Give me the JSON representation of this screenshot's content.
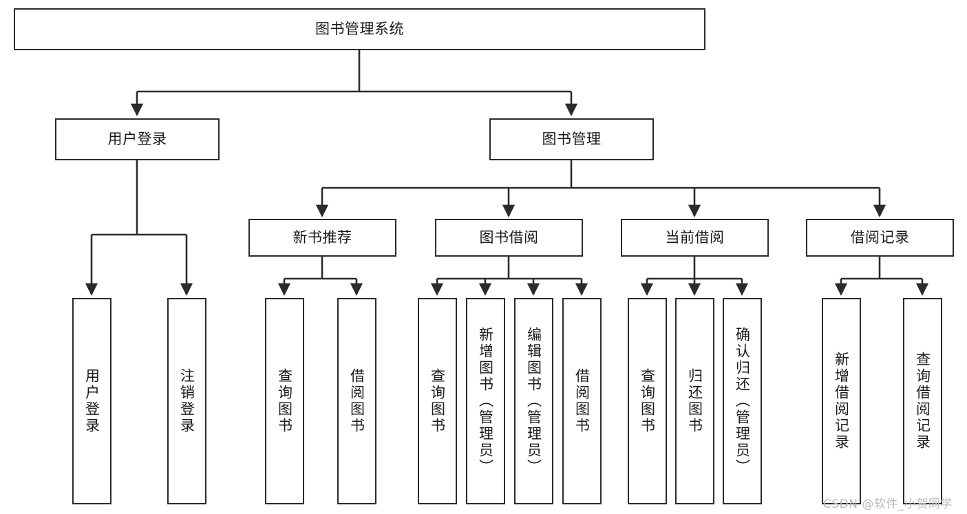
{
  "diagram": {
    "title": "图书管理系统",
    "type": "tree-hierarchy-diagram",
    "watermark": "CSDN @软件_小贺同学",
    "colors": {
      "stroke": "#2b2b2b",
      "fill": "#ffffff",
      "text": "#1a1a1a",
      "watermark": "#b9b9b9"
    },
    "nodes": {
      "root": {
        "label": "图书管理系统",
        "orientation": "horizontal"
      },
      "l1": [
        {
          "id": "user-login",
          "label": "用户登录",
          "orientation": "horizontal"
        },
        {
          "id": "book-manage",
          "label": "图书管理",
          "orientation": "horizontal"
        }
      ],
      "l2": [
        {
          "id": "new-book-recommend",
          "label": "新书推荐",
          "orientation": "horizontal"
        },
        {
          "id": "book-borrow",
          "label": "图书借阅",
          "orientation": "horizontal"
        },
        {
          "id": "current-borrow",
          "label": "当前借阅",
          "orientation": "horizontal"
        },
        {
          "id": "borrow-record",
          "label": "借阅记录",
          "orientation": "horizontal"
        }
      ],
      "leaves": [
        {
          "id": "leaf-user-login",
          "label": "用户登录",
          "orientation": "vertical",
          "parent": "user-login"
        },
        {
          "id": "leaf-logout",
          "label": "注销登录",
          "orientation": "vertical",
          "parent": "user-login"
        },
        {
          "id": "leaf-query-book-1",
          "label": "查询图书",
          "orientation": "vertical",
          "parent": "new-book-recommend"
        },
        {
          "id": "leaf-borrow-book-1",
          "label": "借阅图书",
          "orientation": "vertical",
          "parent": "new-book-recommend"
        },
        {
          "id": "leaf-query-book-2",
          "label": "查询图书",
          "orientation": "vertical",
          "parent": "book-borrow"
        },
        {
          "id": "leaf-add-book",
          "label": "新增图书（管理员）",
          "orientation": "vertical",
          "parent": "book-borrow"
        },
        {
          "id": "leaf-edit-book",
          "label": "编辑图书（管理员）",
          "orientation": "vertical",
          "parent": "book-borrow"
        },
        {
          "id": "leaf-borrow-book-2",
          "label": "借阅图书",
          "orientation": "vertical",
          "parent": "book-borrow"
        },
        {
          "id": "leaf-query-book-3",
          "label": "查询图书",
          "orientation": "vertical",
          "parent": "current-borrow"
        },
        {
          "id": "leaf-return-book",
          "label": "归还图书",
          "orientation": "vertical",
          "parent": "current-borrow"
        },
        {
          "id": "leaf-confirm-return",
          "label": "确认归还（管理员）",
          "orientation": "vertical",
          "parent": "current-borrow"
        },
        {
          "id": "leaf-add-record",
          "label": "新增借阅记录",
          "orientation": "vertical",
          "parent": "borrow-record"
        },
        {
          "id": "leaf-query-record",
          "label": "查询借阅记录",
          "orientation": "vertical",
          "parent": "borrow-record"
        }
      ]
    }
  }
}
